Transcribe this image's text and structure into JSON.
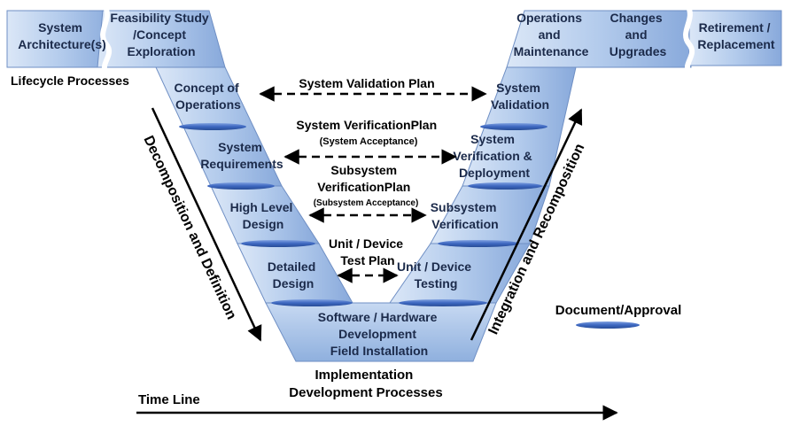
{
  "top_left": {
    "system_architecture": [
      "System",
      "Architecture(s)"
    ],
    "feasibility": [
      "Feasibility Study",
      "/Concept",
      "Exploration"
    ],
    "lifecycle_processes": "Lifecycle Processes"
  },
  "top_right": {
    "operations": [
      "Operations",
      "and",
      "Maintenance"
    ],
    "changes": [
      "Changes",
      "and",
      "Upgrades"
    ],
    "retirement": [
      "Retirement /",
      "Replacement"
    ]
  },
  "left_leg": {
    "concept": [
      "Concept of",
      "Operations"
    ],
    "system_requirements": [
      "System",
      "Requirements"
    ],
    "high_level_design": [
      "High Level",
      "Design"
    ],
    "detailed_design": [
      "Detailed",
      "Design"
    ]
  },
  "right_leg": {
    "system_validation": [
      "System",
      "Validation"
    ],
    "system_verification": [
      "System",
      "Verification &",
      "Deployment"
    ],
    "subsystem_verification": [
      "Subsystem",
      "Verification"
    ],
    "unit_testing": [
      "Unit / Device",
      "Testing"
    ]
  },
  "bottom": {
    "development": [
      "Software / Hardware",
      "Development",
      "Field Installation"
    ],
    "implementation": [
      "Implementation",
      "Development Processes"
    ]
  },
  "plans": {
    "validation_plan": "System Validation Plan",
    "verification_plan": [
      "System VerificationPlan",
      "(System Acceptance)"
    ],
    "subsystem_plan": [
      "Subsystem",
      "VerificationPlan",
      "(Subsystem Acceptance)"
    ],
    "unit_plan": [
      "Unit / Device",
      "Test Plan"
    ]
  },
  "side_labels": {
    "decomposition": "Decomposition and Definition",
    "integration": "Integration and Recomposition"
  },
  "legend": {
    "document_approval": "Document/Approval"
  },
  "timeline": "Time Line",
  "colors": {
    "block_light": "#c6d7ef",
    "block_mid": "#9cb8e0",
    "block_dark": "#7d9fd2",
    "disc": "#4a72c4"
  }
}
